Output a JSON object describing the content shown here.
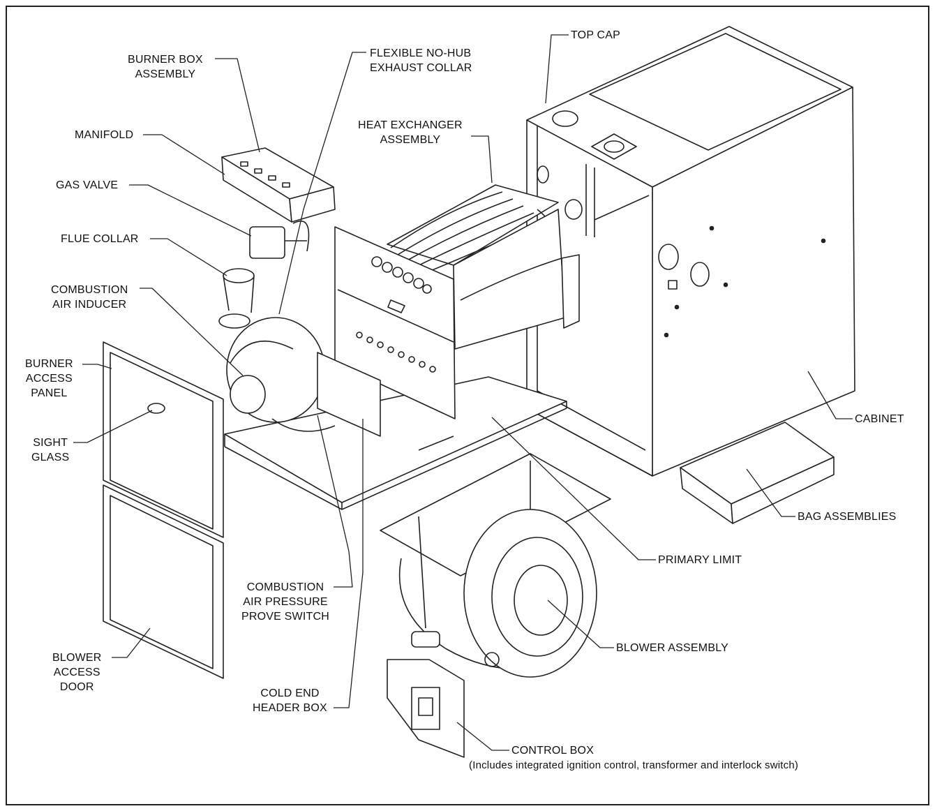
{
  "labels": {
    "burner_box_assembly": [
      "BURNER BOX",
      "ASSEMBLY"
    ],
    "flexible_exhaust_collar": [
      "FLEXIBLE NO-HUB",
      "EXHAUST COLLAR"
    ],
    "top_cap": "TOP CAP",
    "manifold": "MANIFOLD",
    "heat_exchanger_assembly": [
      "HEAT EXCHANGER",
      "ASSEMBLY"
    ],
    "gas_valve": "GAS VALVE",
    "flue_collar": "FLUE COLLAR",
    "combustion_air_inducer": [
      "COMBUSTION",
      "AIR INDUCER"
    ],
    "burner_access_panel": [
      "BURNER",
      "ACCESS",
      "PANEL"
    ],
    "sight_glass": [
      "SIGHT",
      "GLASS"
    ],
    "cabinet": "CABINET",
    "bag_assemblies": "BAG ASSEMBLIES",
    "primary_limit": "PRIMARY LIMIT",
    "combustion_air_pressure_prove_switch": [
      "COMBUSTION",
      "AIR PRESSURE",
      "PROVE SWITCH"
    ],
    "blower_assembly": "BLOWER ASSEMBLY",
    "blower_access_door": [
      "BLOWER",
      "ACCESS",
      "DOOR"
    ],
    "cold_end_header_box": [
      "COLD END",
      "HEADER BOX"
    ],
    "control_box": "CONTROL BOX",
    "control_box_note": "(Includes integrated ignition control, transformer and interlock switch)"
  }
}
